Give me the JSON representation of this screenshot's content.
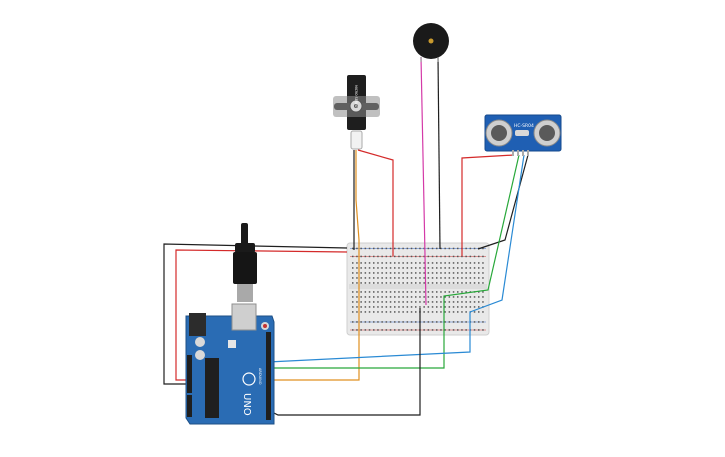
{
  "canvas": {
    "background": "#ffffff"
  },
  "components": {
    "servo": {
      "label": "MICRO SERVO",
      "icon": "servo-icon"
    },
    "buzzer": {
      "icon": "buzzer-icon"
    },
    "ultrasonic": {
      "label": "HC-SR04",
      "icon": "ultrasonic-sensor-icon"
    },
    "arduino": {
      "label": "UNO",
      "brand": "ARDUINO",
      "icon": "arduino-board-icon"
    },
    "breadboard": {
      "icon": "breadboard-icon"
    }
  },
  "wire_colors": {
    "red": "#d42a2a",
    "black": "#1f1f1f",
    "magenta": "#d43aa8",
    "green": "#28a83a",
    "blue": "#2a8ad4",
    "orange": "#e09020"
  },
  "board_colors": {
    "pcb": "#2a6cb4",
    "pcb_dark": "#1d4f86",
    "sensor": "#1f5fb3"
  }
}
